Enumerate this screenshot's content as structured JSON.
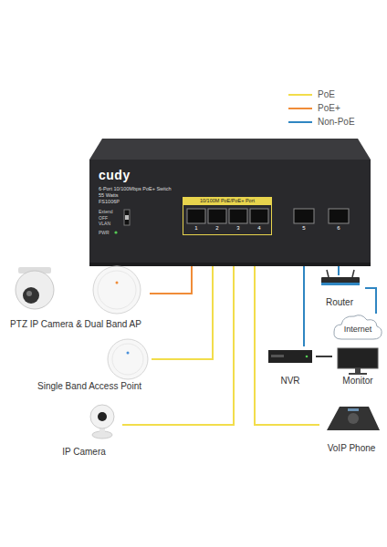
{
  "diagram": {
    "nodes": [
      {
        "text": [
          "cudy",
          "6-Port 10/100Mbps PoE+ Switch",
          "55 Watts",
          "FS1006P"
        ]
      },
      {
        "text": [
          "PTZ IP Camera & Dual Band AP"
        ]
      },
      {
        "text": [
          "Single Band Access Point"
        ]
      },
      {
        "text": [
          "IP Camera"
        ]
      },
      {
        "text": [
          "VoIP Phone"
        ]
      },
      {
        "text": [
          "Router"
        ]
      },
      {
        "text": [
          "Internet"
        ]
      },
      {
        "text": [
          "NVR"
        ]
      },
      {
        "text": [
          "Monitor"
        ]
      }
    ],
    "edges": [
      {
        "from": 0,
        "to": 1,
        "arrow": "none"
      },
      {
        "from": 0,
        "to": 2,
        "arrow": "none"
      },
      {
        "from": 0,
        "to": 3,
        "arrow": "none"
      },
      {
        "from": 0,
        "to": 4,
        "arrow": "none"
      },
      {
        "from": 0,
        "to": 7,
        "arrow": "none"
      },
      {
        "from": 0,
        "to": 5,
        "arrow": "none"
      },
      {
        "from": 5,
        "to": 6,
        "arrow": "none"
      },
      {
        "from": 7,
        "to": 8,
        "arrow": "none"
      }
    ],
    "labels": [
      "10/100M PoE/PoE+ Port",
      "Extend",
      "OFF",
      "VLAN",
      "PWR",
      "1",
      "2",
      "3",
      "4",
      "5",
      "6"
    ],
    "legend": [
      {
        "text": "PoE",
        "color": "#f2dd4b"
      },
      {
        "text": "PoE+",
        "color": "#f08c38"
      },
      {
        "text": "Non-PoE",
        "color": "#2f86c2"
      }
    ]
  }
}
